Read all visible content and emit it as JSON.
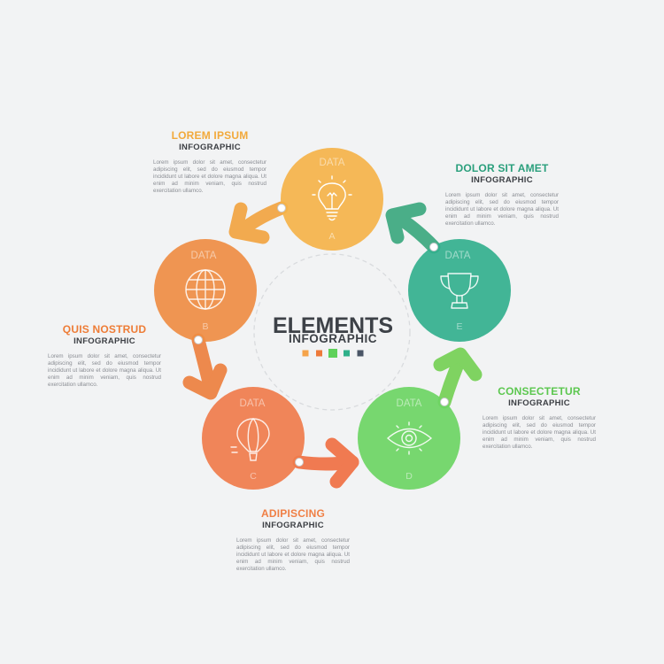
{
  "center": {
    "title": "ELEMENTS",
    "subtitle": "INFOGRAPHIC",
    "swatches": [
      "#f5a34a",
      "#ee7a3a",
      "#5fd15a",
      "#2fb08a",
      "#4a5566"
    ]
  },
  "steps": [
    {
      "id": "a",
      "data_label": "DATA",
      "letter": "A",
      "icon": "lightbulb-icon",
      "color": "#f5b349"
    },
    {
      "id": "b",
      "data_label": "DATA",
      "letter": "B",
      "icon": "globe-icon",
      "color": "#ef8d43"
    },
    {
      "id": "c",
      "data_label": "DATA",
      "letter": "C",
      "icon": "hot-air-balloon-icon",
      "color": "#f07c4b"
    },
    {
      "id": "d",
      "data_label": "DATA",
      "letter": "D",
      "icon": "eye-icon",
      "color": "#6dd563"
    },
    {
      "id": "e",
      "data_label": "DATA",
      "letter": "E",
      "icon": "trophy-icon",
      "color": "#33b08d"
    }
  ],
  "blocks": [
    {
      "id": "a",
      "title": "LOREM IPSUM",
      "subtitle": "INFOGRAPHIC",
      "color": "#f2a93b",
      "body": "Lorem ipsum dolor sit amet, consectetur adipiscing elit, sed do eiusmod tempor incididunt ut labore et dolore magna aliqua. Ut enim ad minim veniam, quis nostrud exercitation ullamco."
    },
    {
      "id": "b",
      "title": "QUIS NOSTRUD",
      "subtitle": "INFOGRAPHIC",
      "color": "#ee7c36",
      "body": "Lorem ipsum dolor sit amet, consectetur adipiscing elit, sed do eiusmod tempor incididunt ut labore et dolore magna aliqua. Ut enim ad minim veniam, quis nostrud exercitation ullamco."
    },
    {
      "id": "c",
      "title": "ADIPISCING",
      "subtitle": "INFOGRAPHIC",
      "color": "#f07f45",
      "body": "Lorem ipsum dolor sit amet, consectetur adipiscing elit, sed do eiusmod tempor incididunt ut labore et dolore magna aliqua. Ut enim ad minim veniam, quis nostrud exercitation ullamco."
    },
    {
      "id": "d",
      "title": "CONSECTETUR",
      "subtitle": "INFOGRAPHIC",
      "color": "#5cc74f",
      "body": "Lorem ipsum dolor sit amet, consectetur adipiscing elit, sed do eiusmod tempor incididunt ut labore et dolore magna aliqua. Ut enim ad minim veniam, quis nostrud exercitation ullamco."
    },
    {
      "id": "e",
      "title": "DOLOR SIT AMET",
      "subtitle": "INFOGRAPHIC",
      "color": "#2a9f7c",
      "body": "Lorem ipsum dolor sit amet, consectetur adipiscing elit, sed do eiusmod tempor incididunt ut labore et dolore magna aliqua. Ut enim ad minim veniam, quis nostrud exercitation ullamco."
    }
  ],
  "arrow_colors": {
    "ab": "#f39b2c",
    "bc": "#ec7229",
    "cd": "#f0602e",
    "de": "#66cd41",
    "ea": "#26a071"
  }
}
